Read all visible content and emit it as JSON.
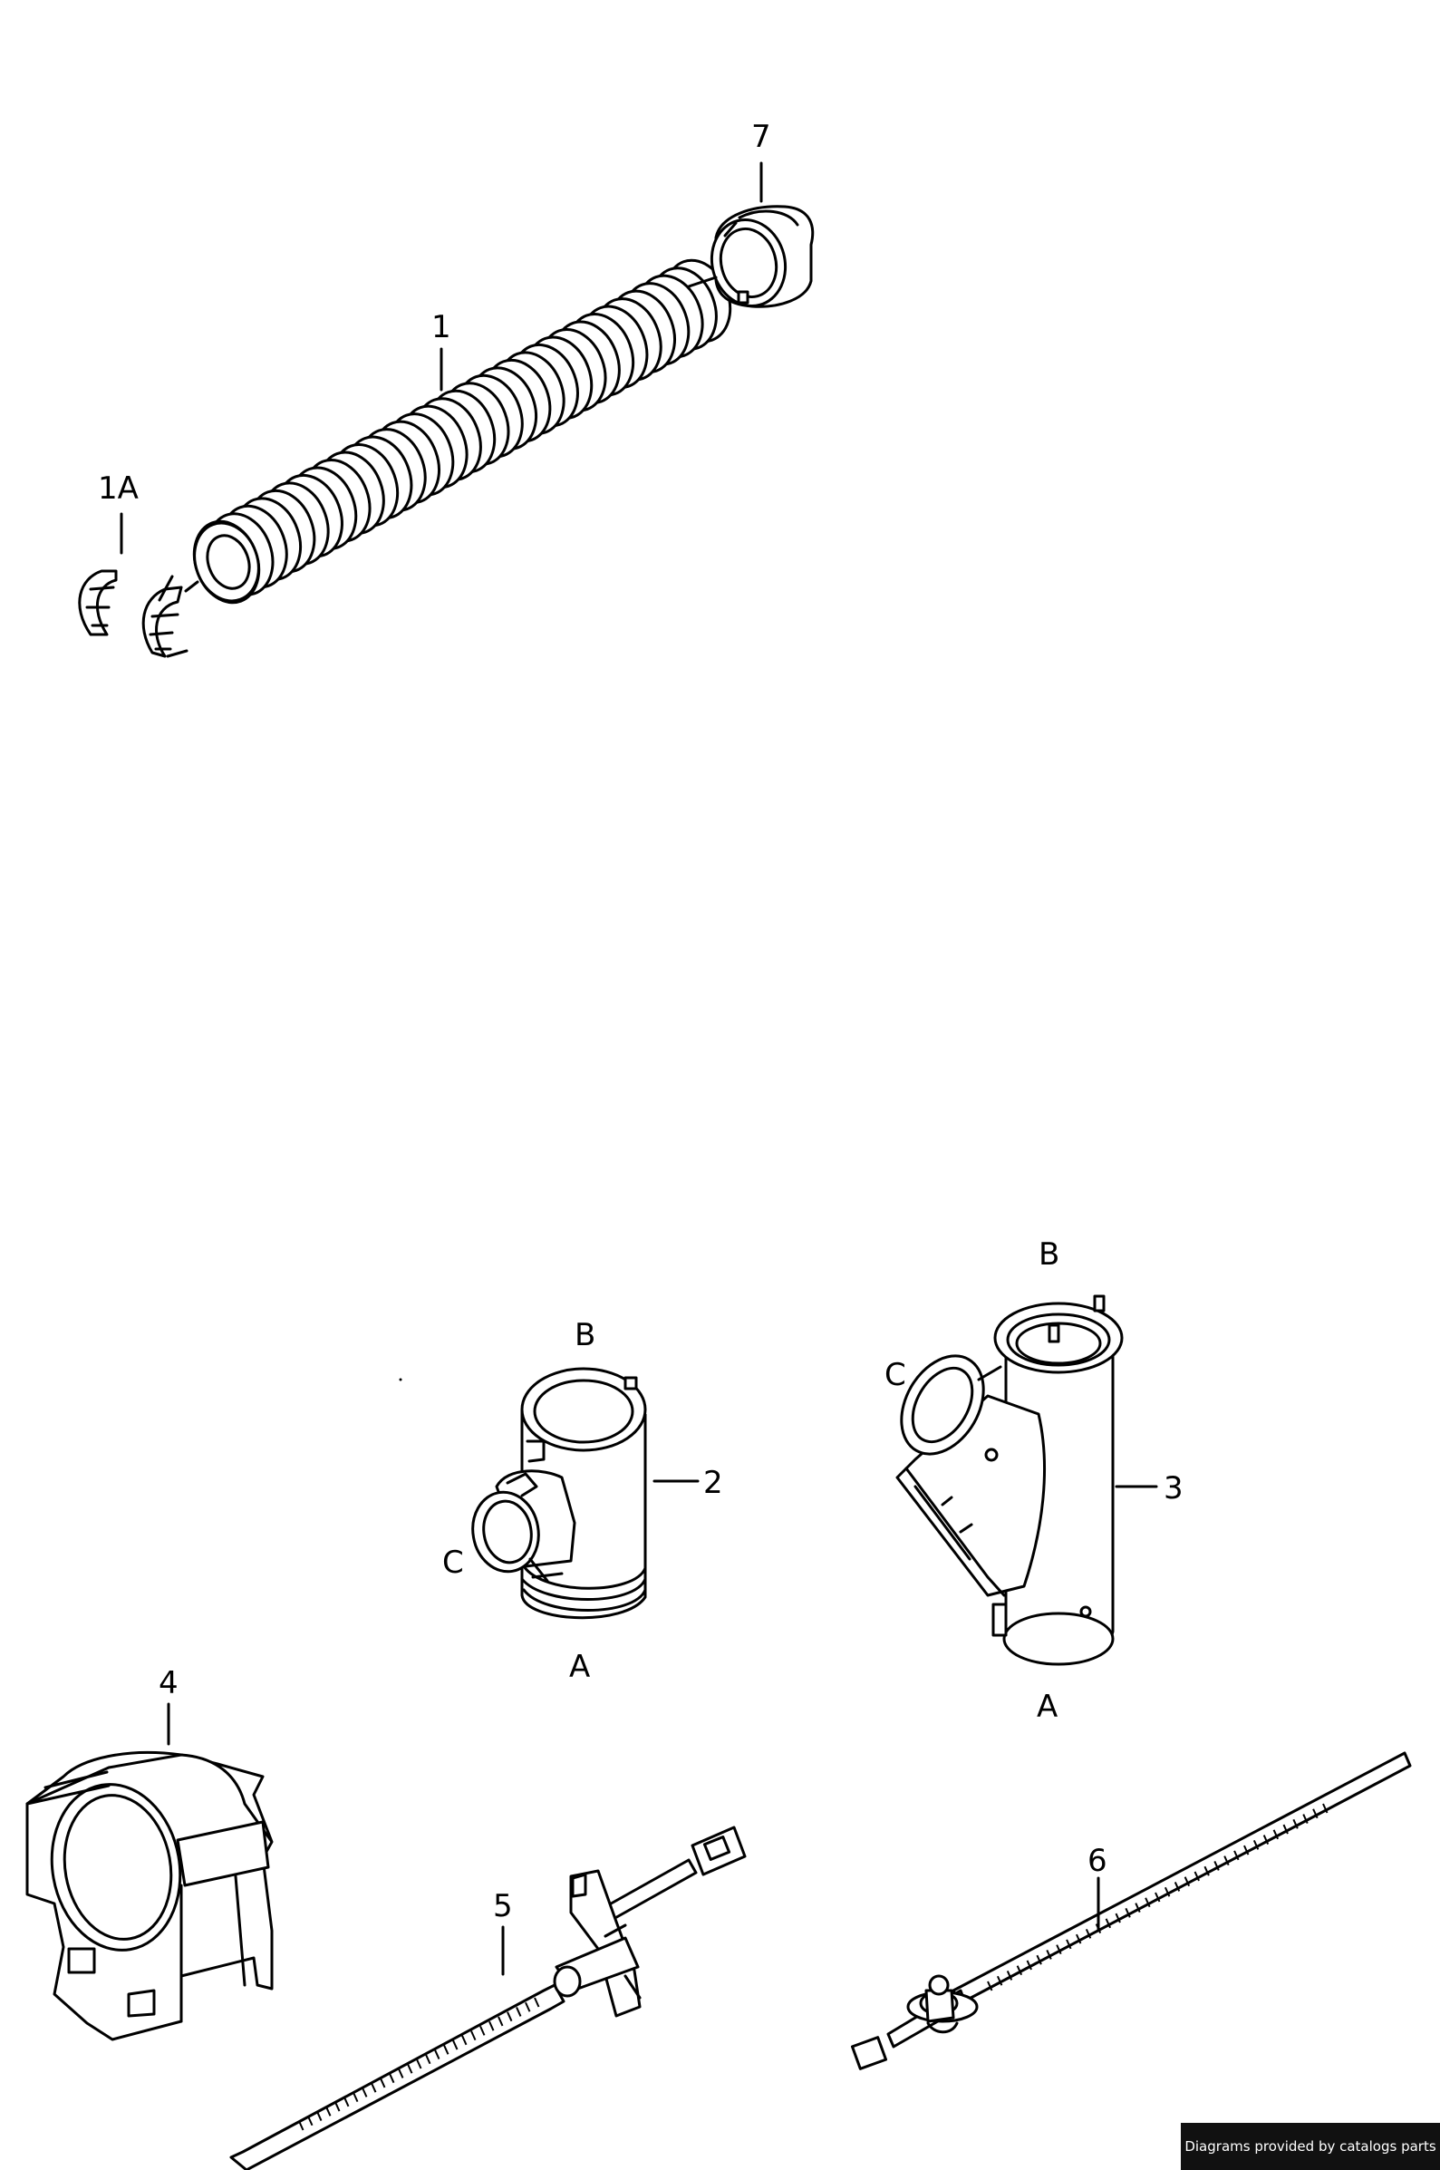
{
  "labels": {
    "p1": "1",
    "p1a": "1A",
    "p7": "7",
    "p2": "2",
    "p2a": "A",
    "p2b": "B",
    "p2c": "C",
    "p3": "3",
    "p3a": "A",
    "p3b": "B",
    "p3c": "C",
    "p4": "4",
    "p5": "5",
    "p6": "6"
  },
  "footer": {
    "text": "Diagrams provided by catalogs parts"
  }
}
